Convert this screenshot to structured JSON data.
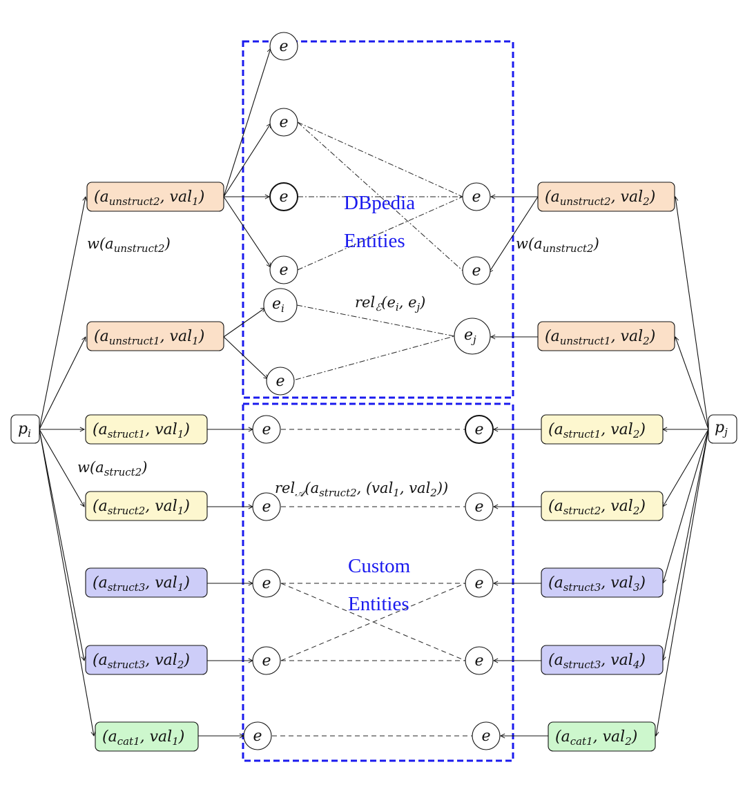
{
  "nodes": {
    "p_left": {
      "base": "p",
      "sub": "i"
    },
    "p_right": {
      "base": "p",
      "sub": "j"
    },
    "left_boxes": [
      {
        "attr": "a",
        "attr_sub": "unstruct2",
        "val": "val",
        "val_sub": "1",
        "color": "#fbe0c8"
      },
      {
        "attr": "a",
        "attr_sub": "unstruct1",
        "val": "val",
        "val_sub": "1",
        "color": "#fbe0c8"
      },
      {
        "attr": "a",
        "attr_sub": "struct1",
        "val": "val",
        "val_sub": "1",
        "color": "#fdf7cf"
      },
      {
        "attr": "a",
        "attr_sub": "struct2",
        "val": "val",
        "val_sub": "1",
        "color": "#fdf7cf"
      },
      {
        "attr": "a",
        "attr_sub": "struct3",
        "val": "val",
        "val_sub": "1",
        "color": "#cdcdf8"
      },
      {
        "attr": "a",
        "attr_sub": "struct3",
        "val": "val",
        "val_sub": "2",
        "color": "#cdcdf8"
      },
      {
        "attr": "a",
        "attr_sub": "cat1",
        "val": "val",
        "val_sub": "1",
        "color": "#cdf7cd"
      }
    ],
    "right_boxes": [
      {
        "attr": "a",
        "attr_sub": "unstruct2",
        "val": "val",
        "val_sub": "2",
        "color": "#fbe0c8"
      },
      {
        "attr": "a",
        "attr_sub": "unstruct1",
        "val": "val",
        "val_sub": "2",
        "color": "#fbe0c8"
      },
      {
        "attr": "a",
        "attr_sub": "struct1",
        "val": "val",
        "val_sub": "2",
        "color": "#fdf7cf"
      },
      {
        "attr": "a",
        "attr_sub": "struct2",
        "val": "val",
        "val_sub": "2",
        "color": "#fdf7cf"
      },
      {
        "attr": "a",
        "attr_sub": "struct3",
        "val": "val",
        "val_sub": "3",
        "color": "#cdcdf8"
      },
      {
        "attr": "a",
        "attr_sub": "struct3",
        "val": "val",
        "val_sub": "4",
        "color": "#cdcdf8"
      },
      {
        "attr": "a",
        "attr_sub": "cat1",
        "val": "val",
        "val_sub": "2",
        "color": "#cdf7cd"
      }
    ],
    "entity_e": "e",
    "entity_ei": {
      "base": "e",
      "sub": "i"
    },
    "entity_ej": {
      "base": "e",
      "sub": "j"
    }
  },
  "regions": {
    "top": {
      "line1": "DBpedia",
      "line2": "Entities",
      "color": "#1a1aee"
    },
    "bottom": {
      "line1": "Custom",
      "line2": "Entities",
      "color": "#1a1aee"
    }
  },
  "labels": {
    "w_unstruct2_left": {
      "pre": "w(a",
      "sub": "unstruct2",
      "post": ")"
    },
    "w_unstruct2_right": {
      "pre": "w(a",
      "sub": "unstruct2",
      "post": ")"
    },
    "w_struct2": {
      "pre": "w(a",
      "sub": "struct2",
      "post": ")"
    },
    "rel_E": {
      "pre": "rel",
      "sub": "ℰ",
      "post": "(e",
      "sub2": "i",
      "mid": ", e",
      "sub3": "j",
      "end": ")"
    },
    "rel_A": {
      "pre": "rel",
      "sub": "𝒜",
      "post": "(a",
      "sub2": "struct2",
      "mid": ", (val",
      "sub3": "1",
      "mid2": ", val",
      "sub4": "2",
      "end": "))"
    }
  }
}
